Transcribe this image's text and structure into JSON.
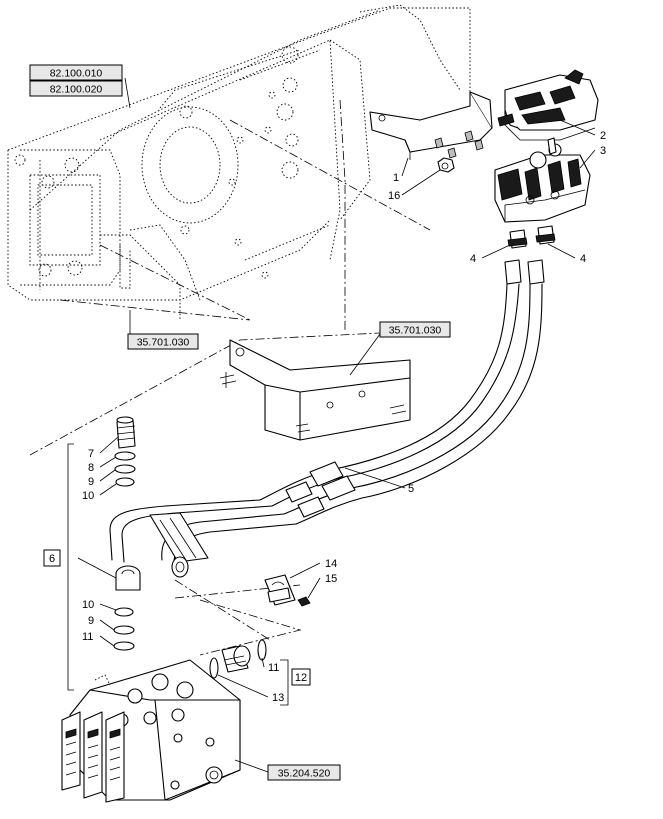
{
  "reference_boxes": {
    "frame_ref_1": "82.100.010",
    "frame_ref_2": "82.100.020",
    "bracket_ref_left": "35.701.030",
    "bracket_ref_right": "35.701.030",
    "valve_ref": "35.204.520"
  },
  "callouts": {
    "p1": "1",
    "p2": "2",
    "p3": "3",
    "p4_left": "4",
    "p4_right": "4",
    "p5": "5",
    "p6": "6",
    "p7": "7",
    "p8": "8",
    "p9_top": "9",
    "p10_top": "10",
    "p10_bottom": "10",
    "p9_bottom": "9",
    "p11_left": "11",
    "p11_right": "11",
    "p12": "12",
    "p13": "13",
    "p14": "14",
    "p15": "15",
    "p16": "16"
  }
}
